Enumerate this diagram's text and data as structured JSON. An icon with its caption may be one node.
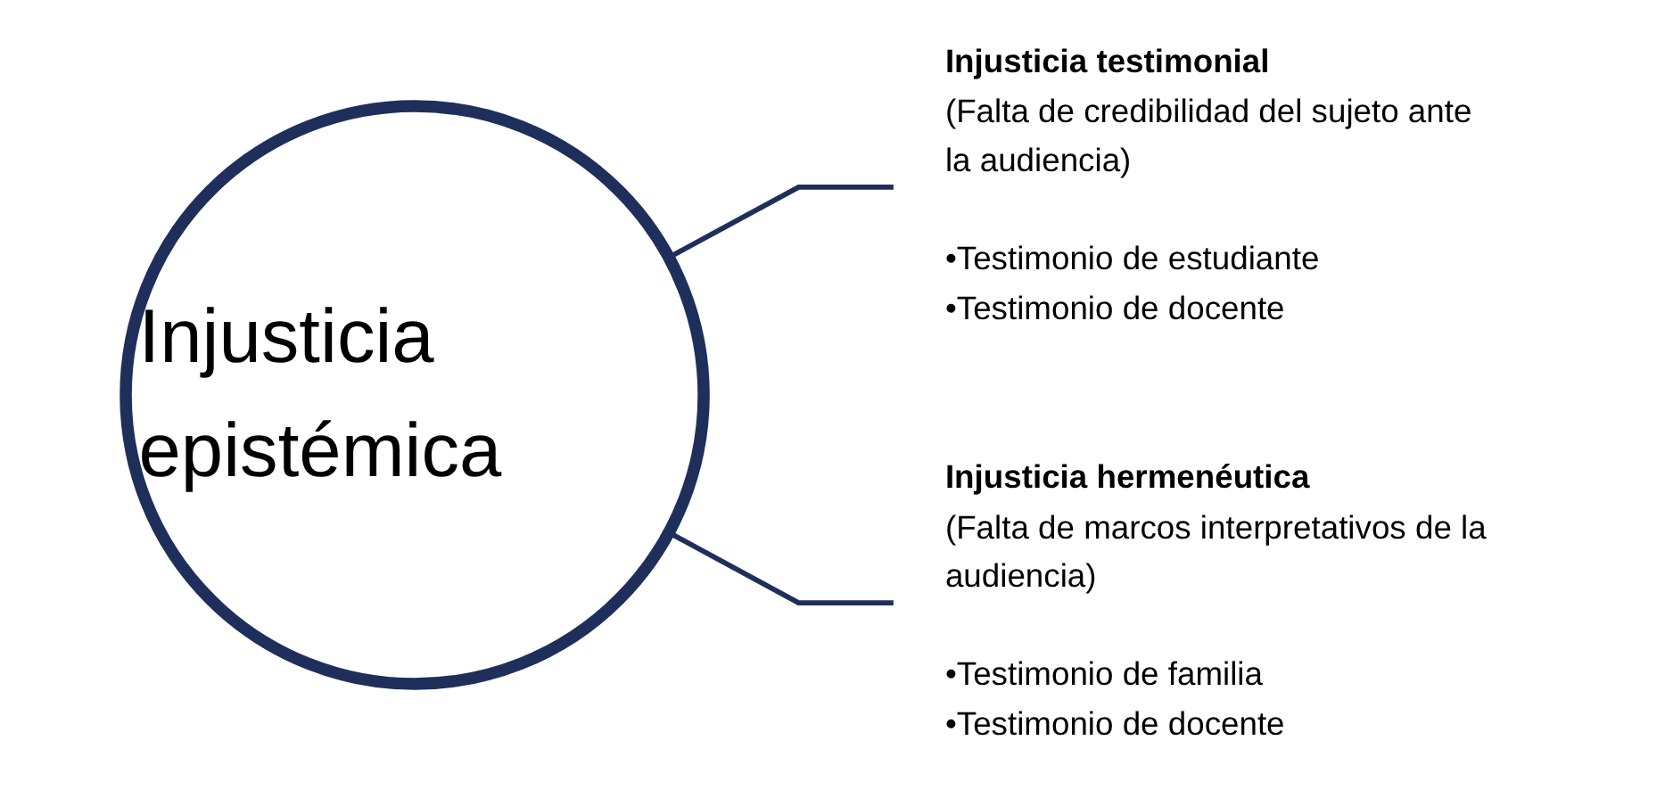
{
  "diagram": {
    "nodes": [
      {
        "text": [
          "Injusticia epistémica"
        ]
      },
      {
        "text": [
          "Injusticia testimonial",
          "(Falta de credibilidad del sujeto ante la audiencia)",
          "•Testimonio de estudiante",
          "•Testimonio de docente"
        ]
      },
      {
        "text": [
          "Injusticia hermenéutica",
          "(Falta de marcos interpretativos de la audiencia)",
          "•Testimonio de familia",
          "•Testimonio de docente"
        ]
      }
    ],
    "edges": [
      {
        "from": 0,
        "to": 1,
        "arrow": "none"
      },
      {
        "from": 0,
        "to": 2,
        "arrow": "none"
      }
    ]
  }
}
